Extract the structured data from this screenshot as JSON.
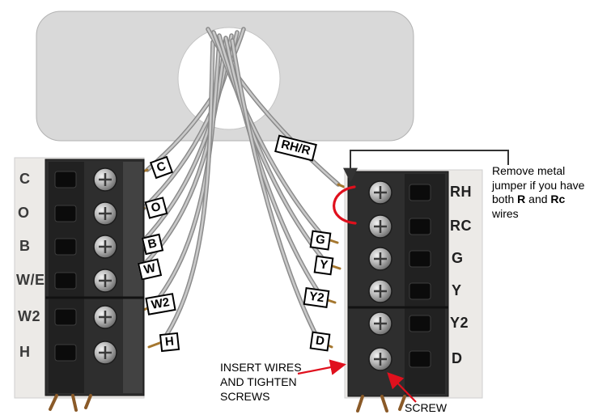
{
  "left_block": {
    "labels": [
      "C",
      "O",
      "B",
      "W/E",
      "W2",
      "H"
    ]
  },
  "right_block": {
    "labels": [
      "RH",
      "RC",
      "G",
      "Y",
      "Y2",
      "D"
    ]
  },
  "wire_tags": {
    "left": [
      "C",
      "O",
      "B",
      "W",
      "W2",
      "H"
    ],
    "right": [
      "RH/R",
      "G",
      "Y",
      "Y2",
      "D"
    ]
  },
  "annotations": {
    "jumper_note": {
      "pre": "Remove metal jumper if you have both ",
      "bold1": "R",
      "mid": " and ",
      "bold2": "Rc",
      "post": " wires"
    },
    "insert_wires": "INSERT WIRES\nAND TIGHTEN\nSCREWS",
    "screw": "SCREW"
  },
  "colors": {
    "accent_red": "#e0101d",
    "plate_gray": "#d9d9d9",
    "wire_gray": "#9b9b9b"
  }
}
